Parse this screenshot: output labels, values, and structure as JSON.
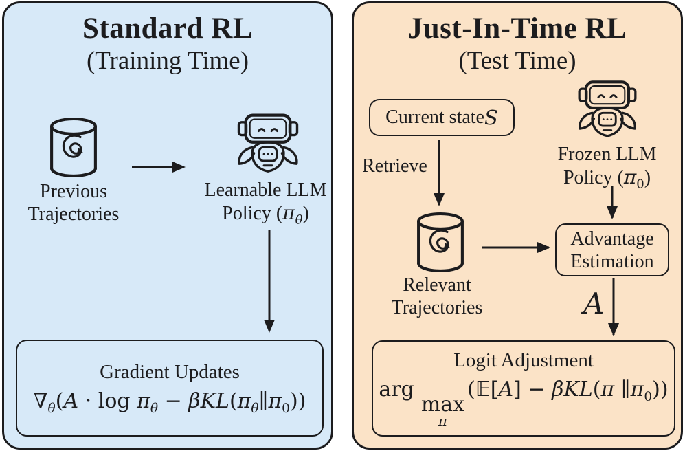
{
  "colors": {
    "left_panel_bg": "#d7e9f8",
    "right_panel_bg": "#fbe3c7",
    "ink": "#1c1c1e",
    "page_bg": "#ffffff"
  },
  "icons": {
    "database": "database-cylinder-icon",
    "robot": "robot-llm-icon",
    "arrows": "flow-arrow"
  },
  "left": {
    "title": "Standard RL",
    "subtitle": "(Training Time)",
    "database_label": {
      "line1": "Previous",
      "line2": "Trajectories"
    },
    "policy_label": {
      "line1": "Learnable LLM",
      "line2_prefix": "Policy (",
      "line2_pi": "π",
      "line2_sub": "θ",
      "line2_suffix": ")"
    },
    "gradient_box": {
      "title": "Gradient Updates",
      "formula": {
        "nabla": "∇",
        "nabla_sub": "θ",
        "open1": "(",
        "A": "A",
        "dot_log": " · log ",
        "pi1": "π",
        "pi1_sub": "θ",
        "minus": " − ",
        "beta_kl": "βKL",
        "open2": "(",
        "pi2": "π",
        "pi2_sub": "θ",
        "parallel": "∥",
        "pi3": "π",
        "pi3_sub": "0",
        "close": "))"
      }
    }
  },
  "right": {
    "title": "Just-In-Time RL",
    "subtitle": "(Test Time)",
    "state_box": {
      "prefix": "Current state ",
      "state_symbol": "S"
    },
    "retrieve_label": "Retrieve",
    "policy_label": {
      "line1": "Frozen LLM",
      "line2_prefix": "Policy (",
      "line2_pi": "π",
      "line2_sub": "0",
      "line2_suffix": ")"
    },
    "database_label": {
      "line1": "Relevant",
      "line2": "Trajectories"
    },
    "advantage_box": {
      "line1": "Advantage",
      "line2": "Estimation"
    },
    "advantage_symbol": "A",
    "logit_box": {
      "title": "Logit Adjustment",
      "formula": {
        "arg": "arg",
        "max": "max",
        "max_sub": "π",
        "open1": "(",
        "E": "𝔼",
        "bracket_open": "[",
        "A": "A",
        "bracket_close": "]",
        "minus": " − ",
        "beta_kl": "βKL",
        "open2": "(",
        "pi": "π",
        "parallel": " ∥",
        "pi2": "π",
        "pi2_sub": "0",
        "close": "))"
      }
    }
  }
}
